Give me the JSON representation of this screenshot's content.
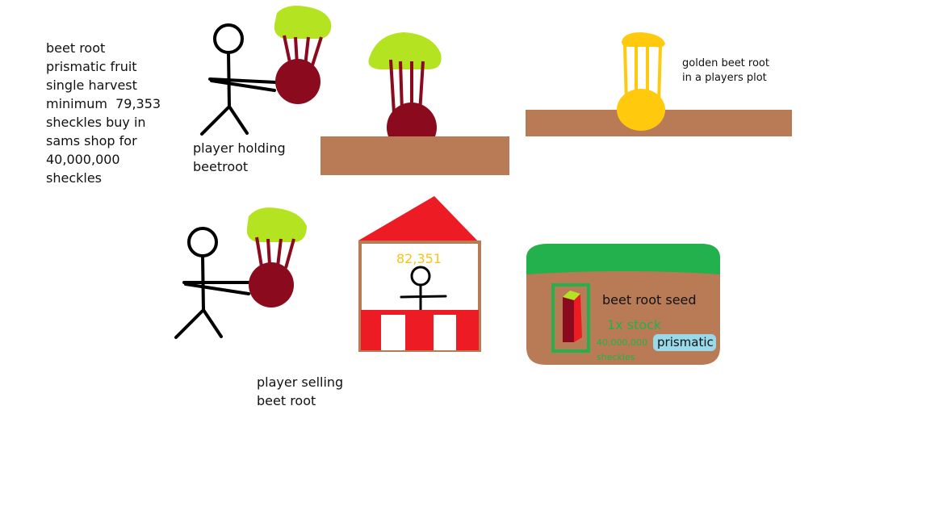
{
  "info_lines": [
    "beet root",
    "prismatic fruit",
    "single harvest",
    "minimum  79,353",
    "sheckles buy in",
    "sams shop for",
    "40,000,000",
    "sheckles"
  ],
  "captions": {
    "holding_line1": "player holding",
    "holding_line2": "beetroot",
    "golden_line1": "golden beet root",
    "golden_line2": "in a players plot",
    "selling_line1": "player selling",
    "selling_line2": "beet root"
  },
  "stall": {
    "price": "82,351"
  },
  "seed_card": {
    "title": "beet root seed",
    "stock": "1x stock",
    "price_line1": "40,000,000",
    "price_line2": "sheckles",
    "rarity": "prismatic"
  },
  "colors": {
    "beet": "#8b0a1d",
    "leaf": "#b4e421",
    "soil": "#b97b56",
    "gold": "#ffc90e",
    "stall_red": "#ed1c24",
    "grass": "#22b14c",
    "prismatic_bg": "#99d9ea",
    "price_text": "#f5c518"
  }
}
